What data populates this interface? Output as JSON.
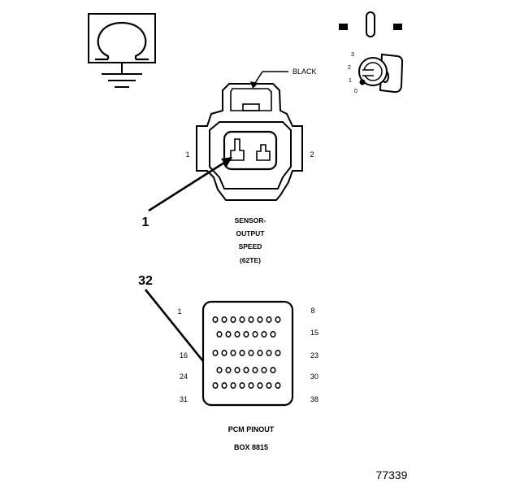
{
  "connector": {
    "color_label": "BLACK",
    "pin_left": "1",
    "pin_right": "2",
    "callout": "1",
    "name_lines": [
      "SENSOR-",
      "OUTPUT",
      "SPEED",
      "(62TE)"
    ]
  },
  "key_switch": {
    "positions": [
      "3",
      "2",
      "1",
      "0"
    ]
  },
  "pcm": {
    "callout": "32",
    "left_numbers": [
      "1",
      "16",
      "24",
      "31"
    ],
    "right_numbers": [
      "8",
      "15",
      "23",
      "30",
      "38"
    ],
    "title_lines": [
      "PCM PINOUT",
      "BOX 8815"
    ]
  },
  "figure_number": "77339",
  "icons": [
    "ohmmeter-ground-icon",
    "ignition-key-icon"
  ]
}
